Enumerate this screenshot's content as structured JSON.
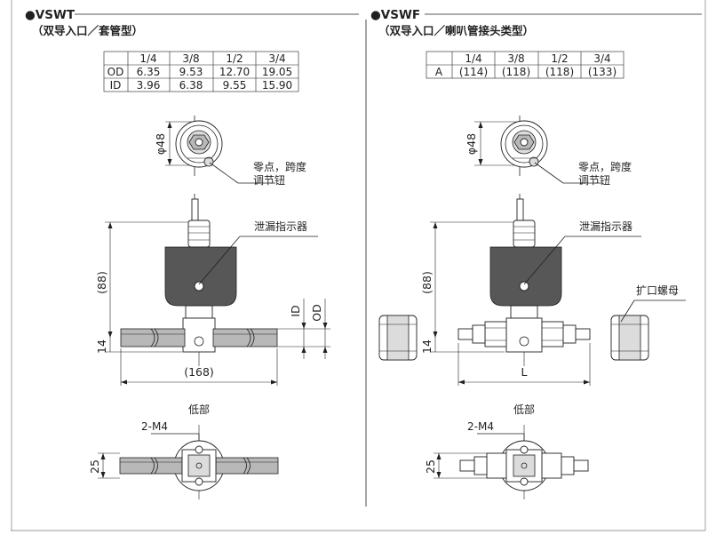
{
  "left": {
    "title": "●VSWT",
    "subtitle": "（双导入口／套管型）",
    "table": {
      "header": [
        "",
        "1/4",
        "3/8",
        "1/2",
        "3/4"
      ],
      "rows": [
        [
          "OD",
          "6.35",
          "9.53",
          "12.70",
          "19.05"
        ],
        [
          "ID",
          "3.96",
          "6.38",
          "9.55",
          "15.90"
        ]
      ]
    },
    "labels": {
      "diameter": "φ48",
      "zero_span_line1": "零点，跨度",
      "zero_span_line2": "调节钮",
      "leak_indicator": "泄漏指示器",
      "height": "(88)",
      "pipe_height": "14",
      "length": "(168)",
      "dim_id": "ID",
      "dim_od": "OD",
      "bottom": "低部",
      "mount": "2-M4",
      "bottom_dim": "25"
    }
  },
  "right": {
    "title": "●VSWF",
    "subtitle": "（双导入口／喇叭管接头类型）",
    "table": {
      "header": [
        "",
        "1/4",
        "3/8",
        "1/2",
        "3/4"
      ],
      "rows": [
        [
          "A",
          "(114)",
          "(118)",
          "(118)",
          "(133)"
        ]
      ]
    },
    "labels": {
      "diameter": "φ48",
      "zero_span_line1": "零点，跨度",
      "zero_span_line2": "调节钮",
      "leak_indicator": "泄漏指示器",
      "flare_nut": "扩口螺母",
      "height": "(88)",
      "pipe_height": "14",
      "length": "L",
      "bottom": "低部",
      "mount": "2-M4",
      "bottom_dim": "25"
    }
  }
}
